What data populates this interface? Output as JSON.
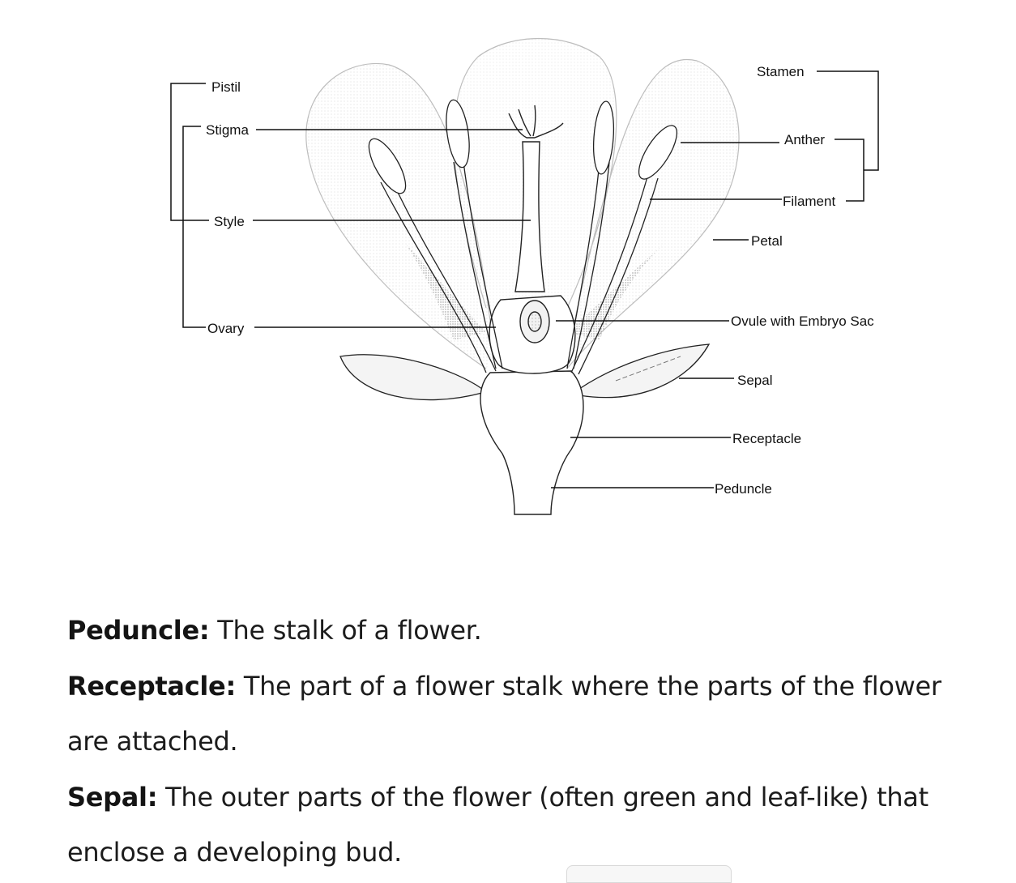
{
  "diagram": {
    "labels": {
      "pistil": "Pistil",
      "stigma": "Stigma",
      "style": "Style",
      "ovary": "Ovary",
      "stamen": "Stamen",
      "anther": "Anther",
      "filament": "Filament",
      "petal": "Petal",
      "ovule": "Ovule with Embryo Sac",
      "sepal": "Sepal",
      "receptacle": "Receptacle",
      "peduncle": "Peduncle"
    }
  },
  "definitions": {
    "peduncle": {
      "term": "Peduncle:",
      "text": " The stalk of a flower."
    },
    "receptacle": {
      "term": "Receptacle:",
      "text": " The part of a flower stalk where the parts of the flower",
      "text2": "are attached."
    },
    "sepal": {
      "term": "Sepal:",
      "text": " The outer parts of the flower (often green and leaf-like) that",
      "text2": "enclose a developing bud."
    }
  },
  "colors": {
    "line": "#111111",
    "shade": "#8a8a8a"
  }
}
